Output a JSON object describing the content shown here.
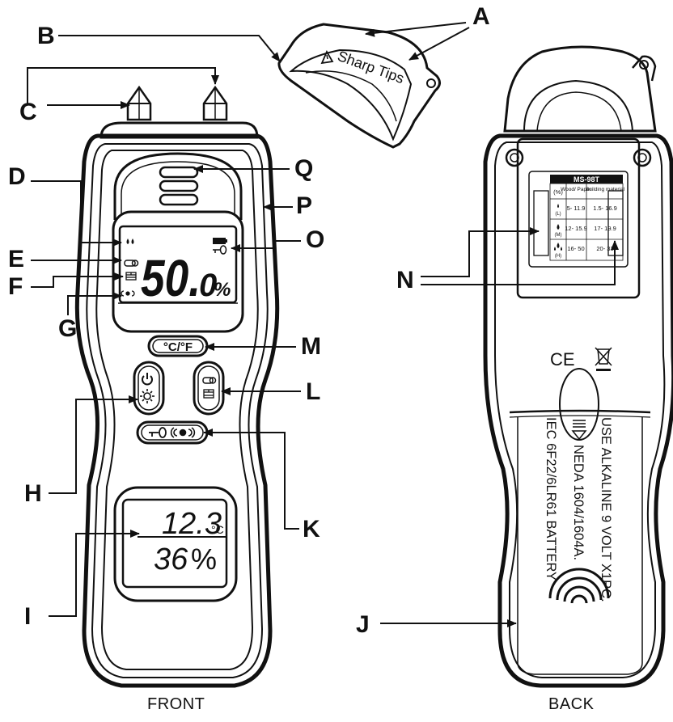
{
  "callouts": {
    "A": "A",
    "B": "B",
    "C": "C",
    "D": "D",
    "E": "E",
    "F": "F",
    "G": "G",
    "H": "H",
    "I": "I",
    "J": "J",
    "K": "K",
    "L": "L",
    "M": "M",
    "N": "N",
    "O": "O",
    "P": "P",
    "Q": "Q"
  },
  "views": {
    "front": "FRONT",
    "back": "BACK"
  },
  "cap": {
    "text": "Sharp Tips"
  },
  "front": {
    "main_value": "50.",
    "main_decimal": "0",
    "main_unit": "%",
    "temp_unit_button": "°C/°F",
    "secondary_temp": "12.3",
    "secondary_temp_unit": "°C",
    "secondary_humidity": "36",
    "secondary_humidity_unit": "%"
  },
  "back": {
    "ce_mark": "CE",
    "battery_line_1": "USE ALKALINE 9 VOLT X1PC.",
    "battery_line_2": "NEDA 1604/1604A.",
    "battery_line_3": "IEC 6F22/6LR61 BATTERY",
    "label_table": {
      "model": "MS-98T",
      "headers": [
        "(%)",
        "Wood/ Paper",
        "Building material"
      ],
      "rows": [
        {
          "level": "(L)",
          "wood": "5- 11.9",
          "building": "1.5- 16.9"
        },
        {
          "level": "(M)",
          "wood": "12- 15.9",
          "building": "17- 19.9"
        },
        {
          "level": "(H)",
          "wood": "16- 50",
          "building": "20- 33"
        }
      ]
    }
  }
}
